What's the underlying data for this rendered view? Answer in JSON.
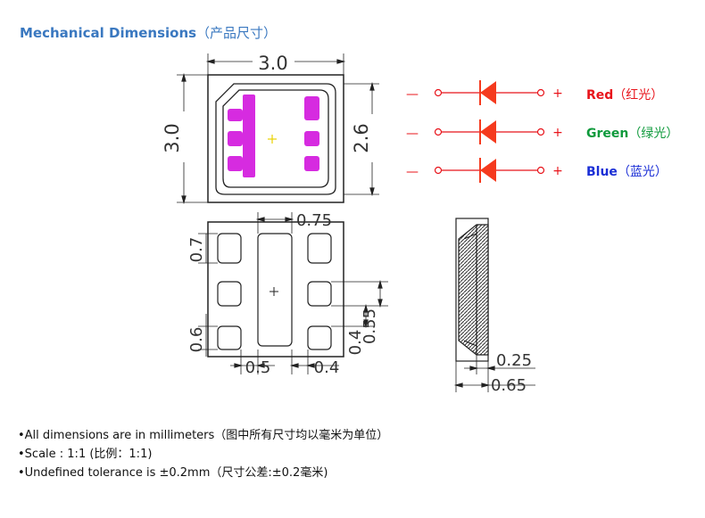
{
  "title": {
    "en": "Mechanical Dimensions",
    "cn": "（产品尺寸）"
  },
  "dimensions": {
    "top_width": "3.0",
    "top_height": "3.0",
    "lens_height": "2.6",
    "pad_center_width": "0.75",
    "pad_height": "0.7",
    "pad_pitch": "0.55",
    "pad_gap": "0.4",
    "pad_side_height": "0.6",
    "pad_bottom_width": "0.5",
    "pad_bottom_gap": "0.4",
    "side_inner": "0.25",
    "side_total": "0.65"
  },
  "led_legend": [
    {
      "label": "Red",
      "cn": "（红光）",
      "color": "#e8141b",
      "minus": "—",
      "plus": "+"
    },
    {
      "label": "Green",
      "cn": "（绿光）",
      "color": "#0f9a3c",
      "minus": "—",
      "plus": "+"
    },
    {
      "label": "Blue",
      "cn": "（蓝光）",
      "color": "#1b2fd6",
      "minus": "—",
      "plus": "+"
    }
  ],
  "colors": {
    "pad": "#d62be0",
    "diode": "#f53a1e",
    "line": "#222222"
  },
  "notes": [
    "•All dimensions are in millimeters（图中所有尺寸均以毫米为单位）",
    "•Scale : 1:1 (比例：1:1)",
    "•Undefined tolerance is ±0.2mm（尺寸公差:±0.2毫米)"
  ]
}
